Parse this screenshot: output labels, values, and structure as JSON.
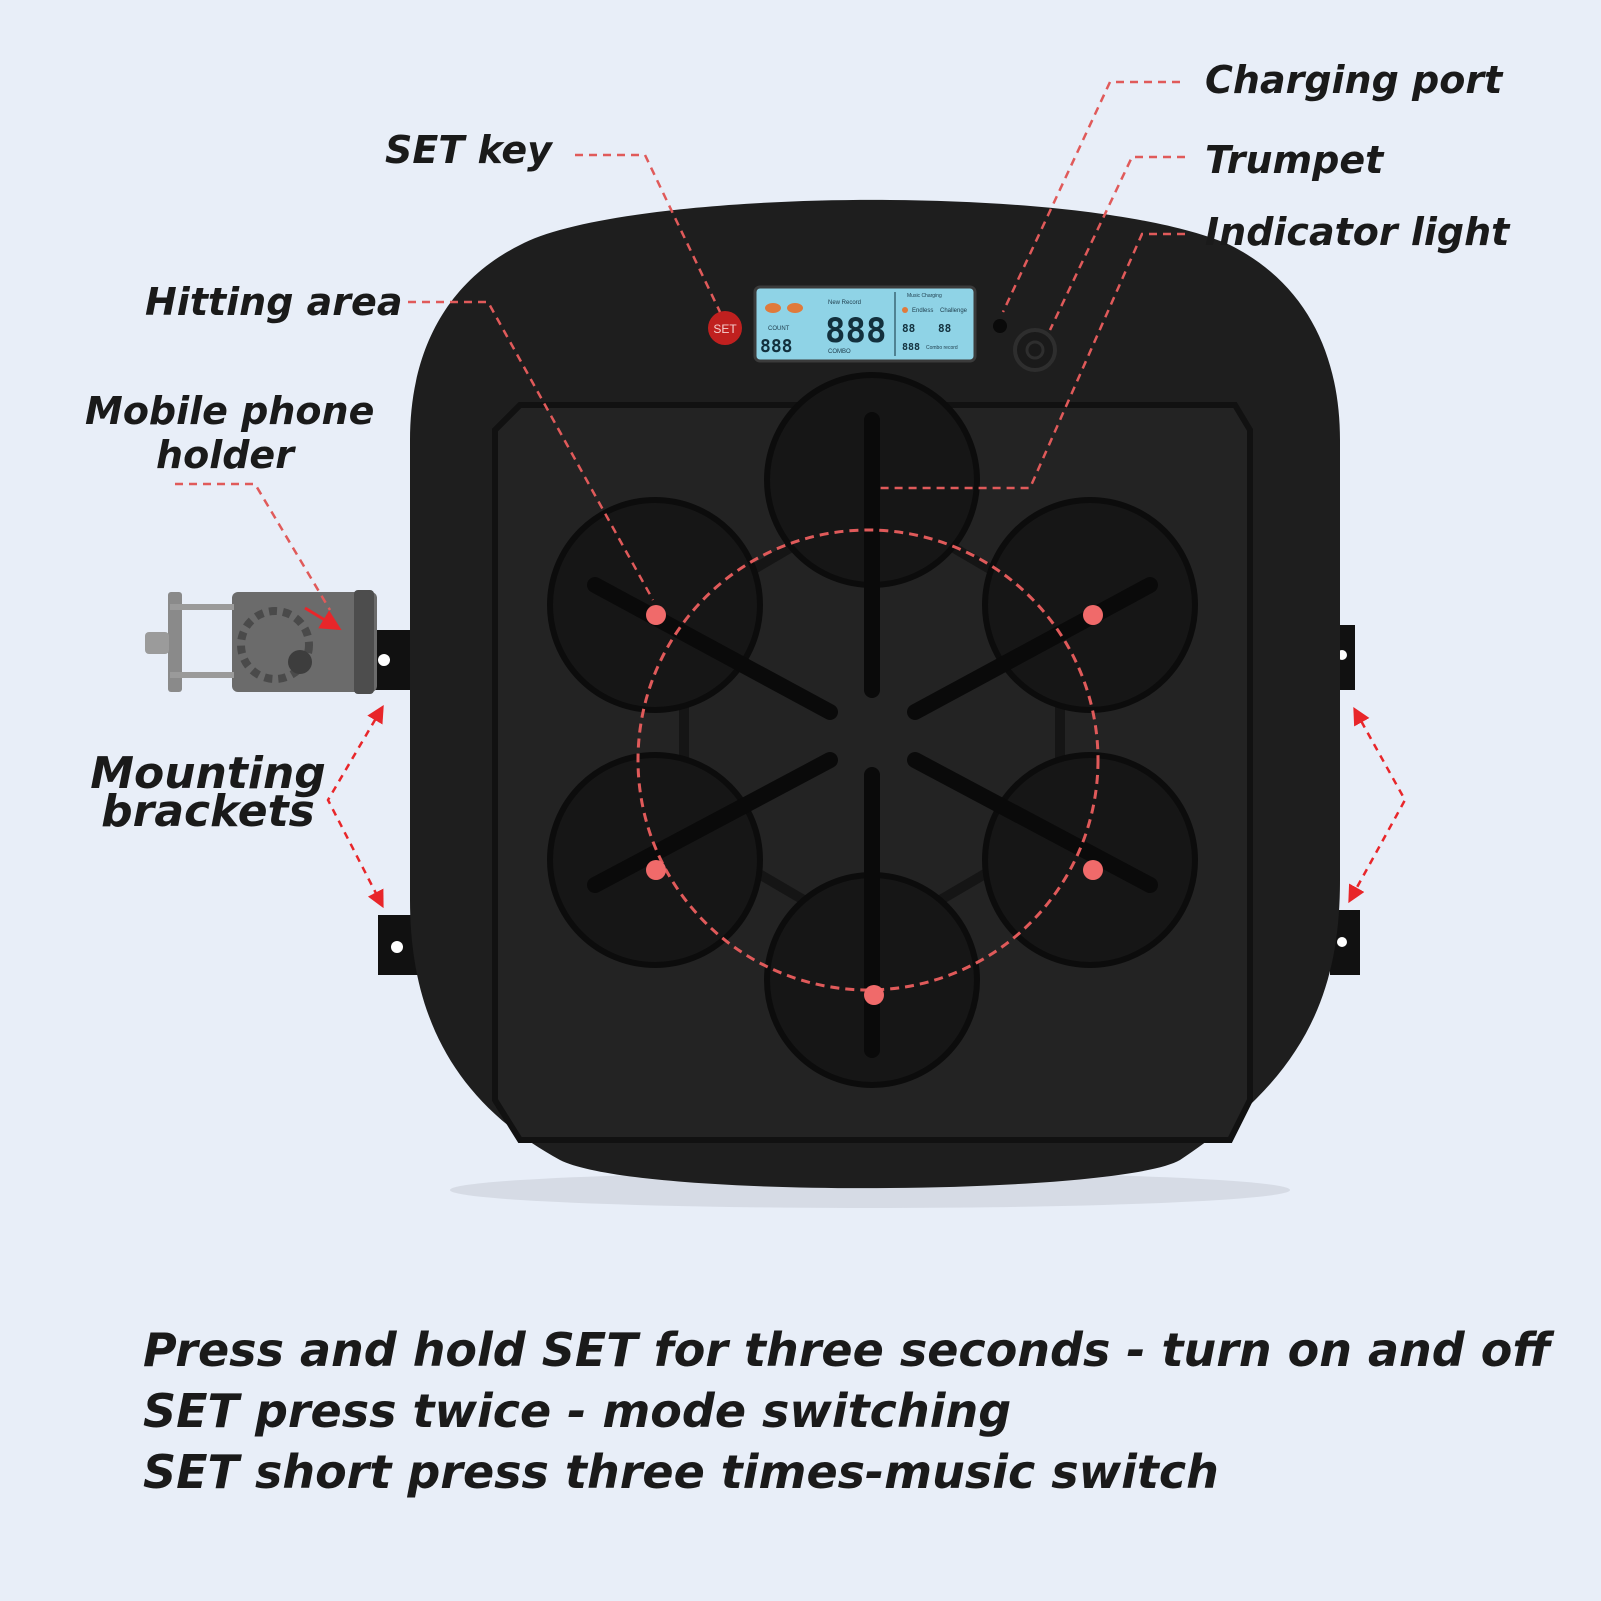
{
  "labels": {
    "set_key": "SET key",
    "hitting_area": "Hitting area",
    "phone_holder_line1": "Mobile phone",
    "phone_holder_line2": "holder",
    "mounting_line1": "Mounting",
    "mounting_line2": "brackets",
    "charging_port": "Charging port",
    "trumpet": "Trumpet",
    "indicator_light": "Indicator light"
  },
  "device": {
    "set_button": "SET",
    "display": {
      "count_label": "COUNT",
      "count_value": "888",
      "new_record_label": "New Record",
      "main_value": "888",
      "combo_label": "COMBO",
      "status_label": "Music  Charging",
      "endless_label": "Endless",
      "challenge_label": "Challenge",
      "small_value_1": "88",
      "small_value_2": "88",
      "combo_record_value": "888",
      "combo_record_label": "Combo record"
    }
  },
  "instructions": [
    "Press and hold SET for three seconds - turn on and off",
    "SET press twice - mode switching",
    "SET short press three times-music switch"
  ],
  "colors": {
    "background": "#e8eef8",
    "device_body": "#1c1c1c",
    "callout_line": "#e05a5a",
    "display": "#8fd3e6",
    "set_button": "#c0201f"
  }
}
